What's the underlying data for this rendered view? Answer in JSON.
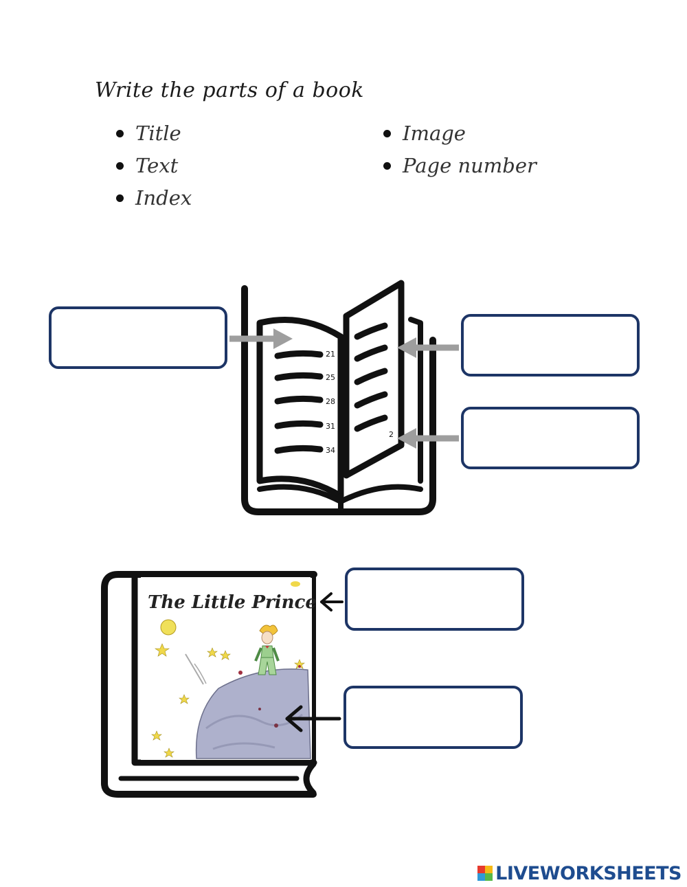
{
  "instruction": "Write the parts of a book",
  "word_bank": {
    "left": [
      "Title",
      "Text",
      "Index"
    ],
    "right": [
      "Image",
      "Page number"
    ]
  },
  "open_book": {
    "index_numbers": [
      "21",
      "25",
      "28",
      "31",
      "34"
    ],
    "page_number": "2"
  },
  "cover": {
    "title": "The Little Prince"
  },
  "brand": {
    "name": "LIVEWORKSHEETS",
    "logo_colors": [
      "#e63a2e",
      "#f5b915",
      "#2f9ad8",
      "#57b947"
    ],
    "text_color": "#1e4c8f"
  },
  "colors": {
    "box_border": "#1d3566",
    "arrow_gray": "#9e9e9e"
  }
}
